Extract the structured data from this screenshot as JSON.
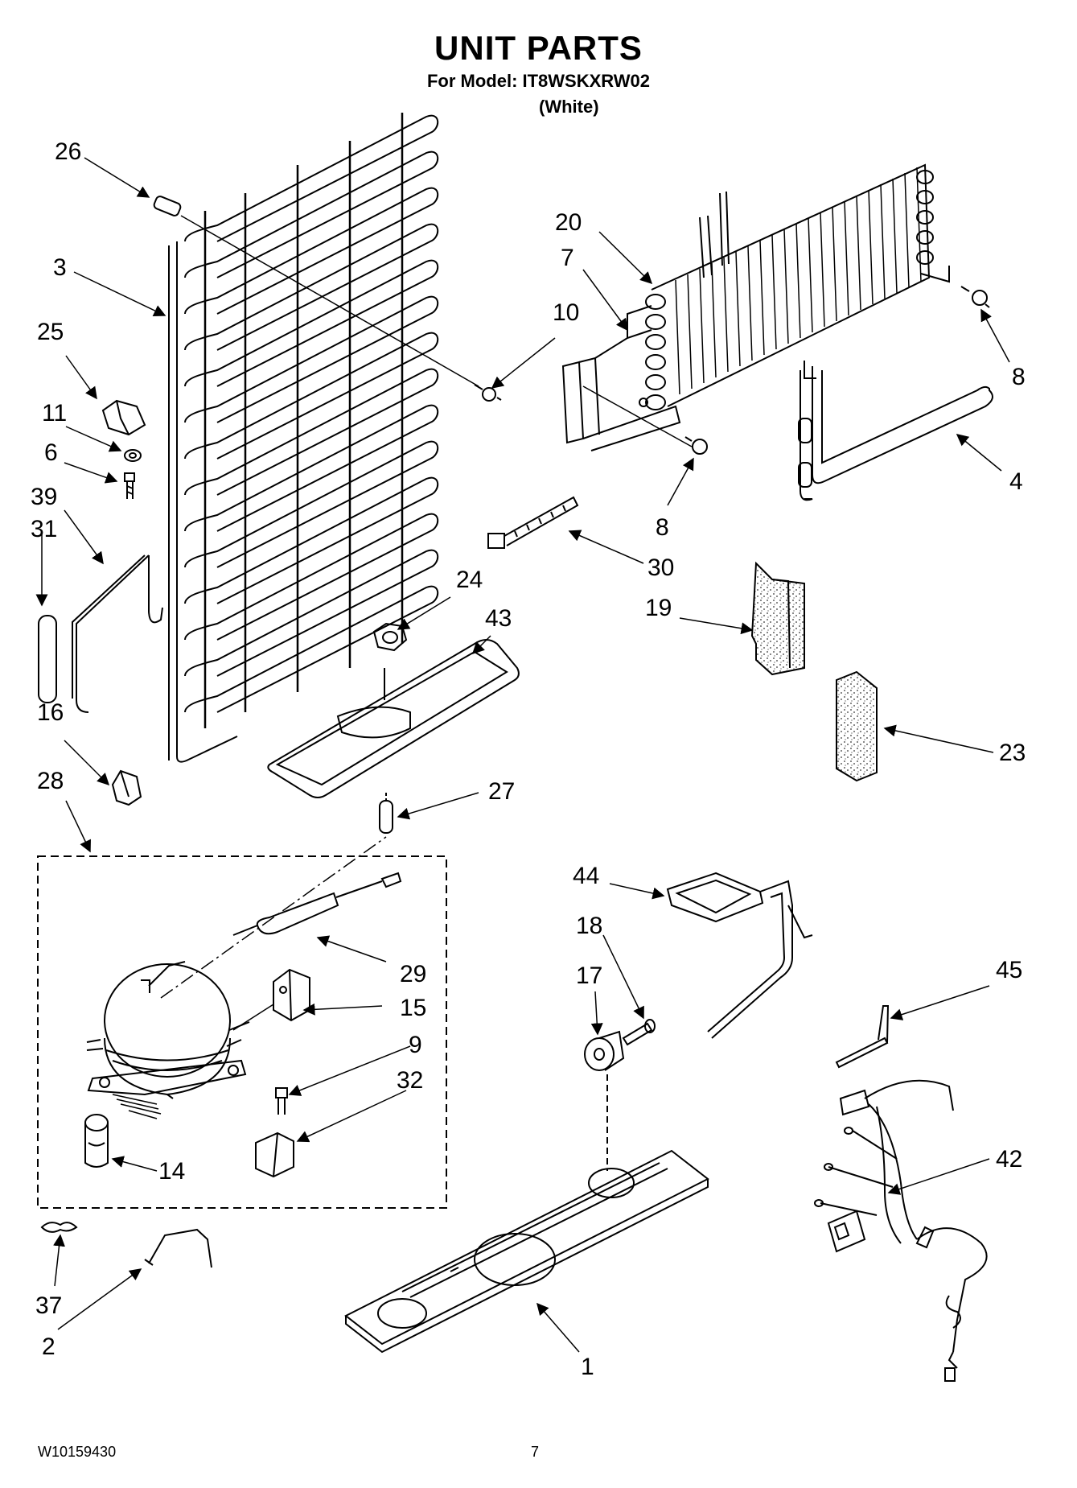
{
  "header": {
    "title": "UNIT PARTS",
    "model_line": "For Model: IT8WSKXRW02",
    "color_line": "(White)"
  },
  "footer": {
    "doc_number": "W10159430",
    "page_number": "7"
  },
  "callouts": {
    "c26": "26",
    "c3": "3",
    "c25": "25",
    "c11": "11",
    "c6": "6",
    "c39": "39",
    "c31": "31",
    "c16": "16",
    "c28": "28",
    "c20": "20",
    "c7": "7",
    "c10": "10",
    "c8a": "8",
    "c8b": "8",
    "c4": "4",
    "c30": "30",
    "c24": "24",
    "c43": "43",
    "c19": "19",
    "c23": "23",
    "c27": "27",
    "c29": "29",
    "c15": "15",
    "c9": "9",
    "c32": "32",
    "c14": "14",
    "c44": "44",
    "c18": "18",
    "c17": "17",
    "c45": "45",
    "c42": "42",
    "c37": "37",
    "c2": "2",
    "c1": "1"
  }
}
